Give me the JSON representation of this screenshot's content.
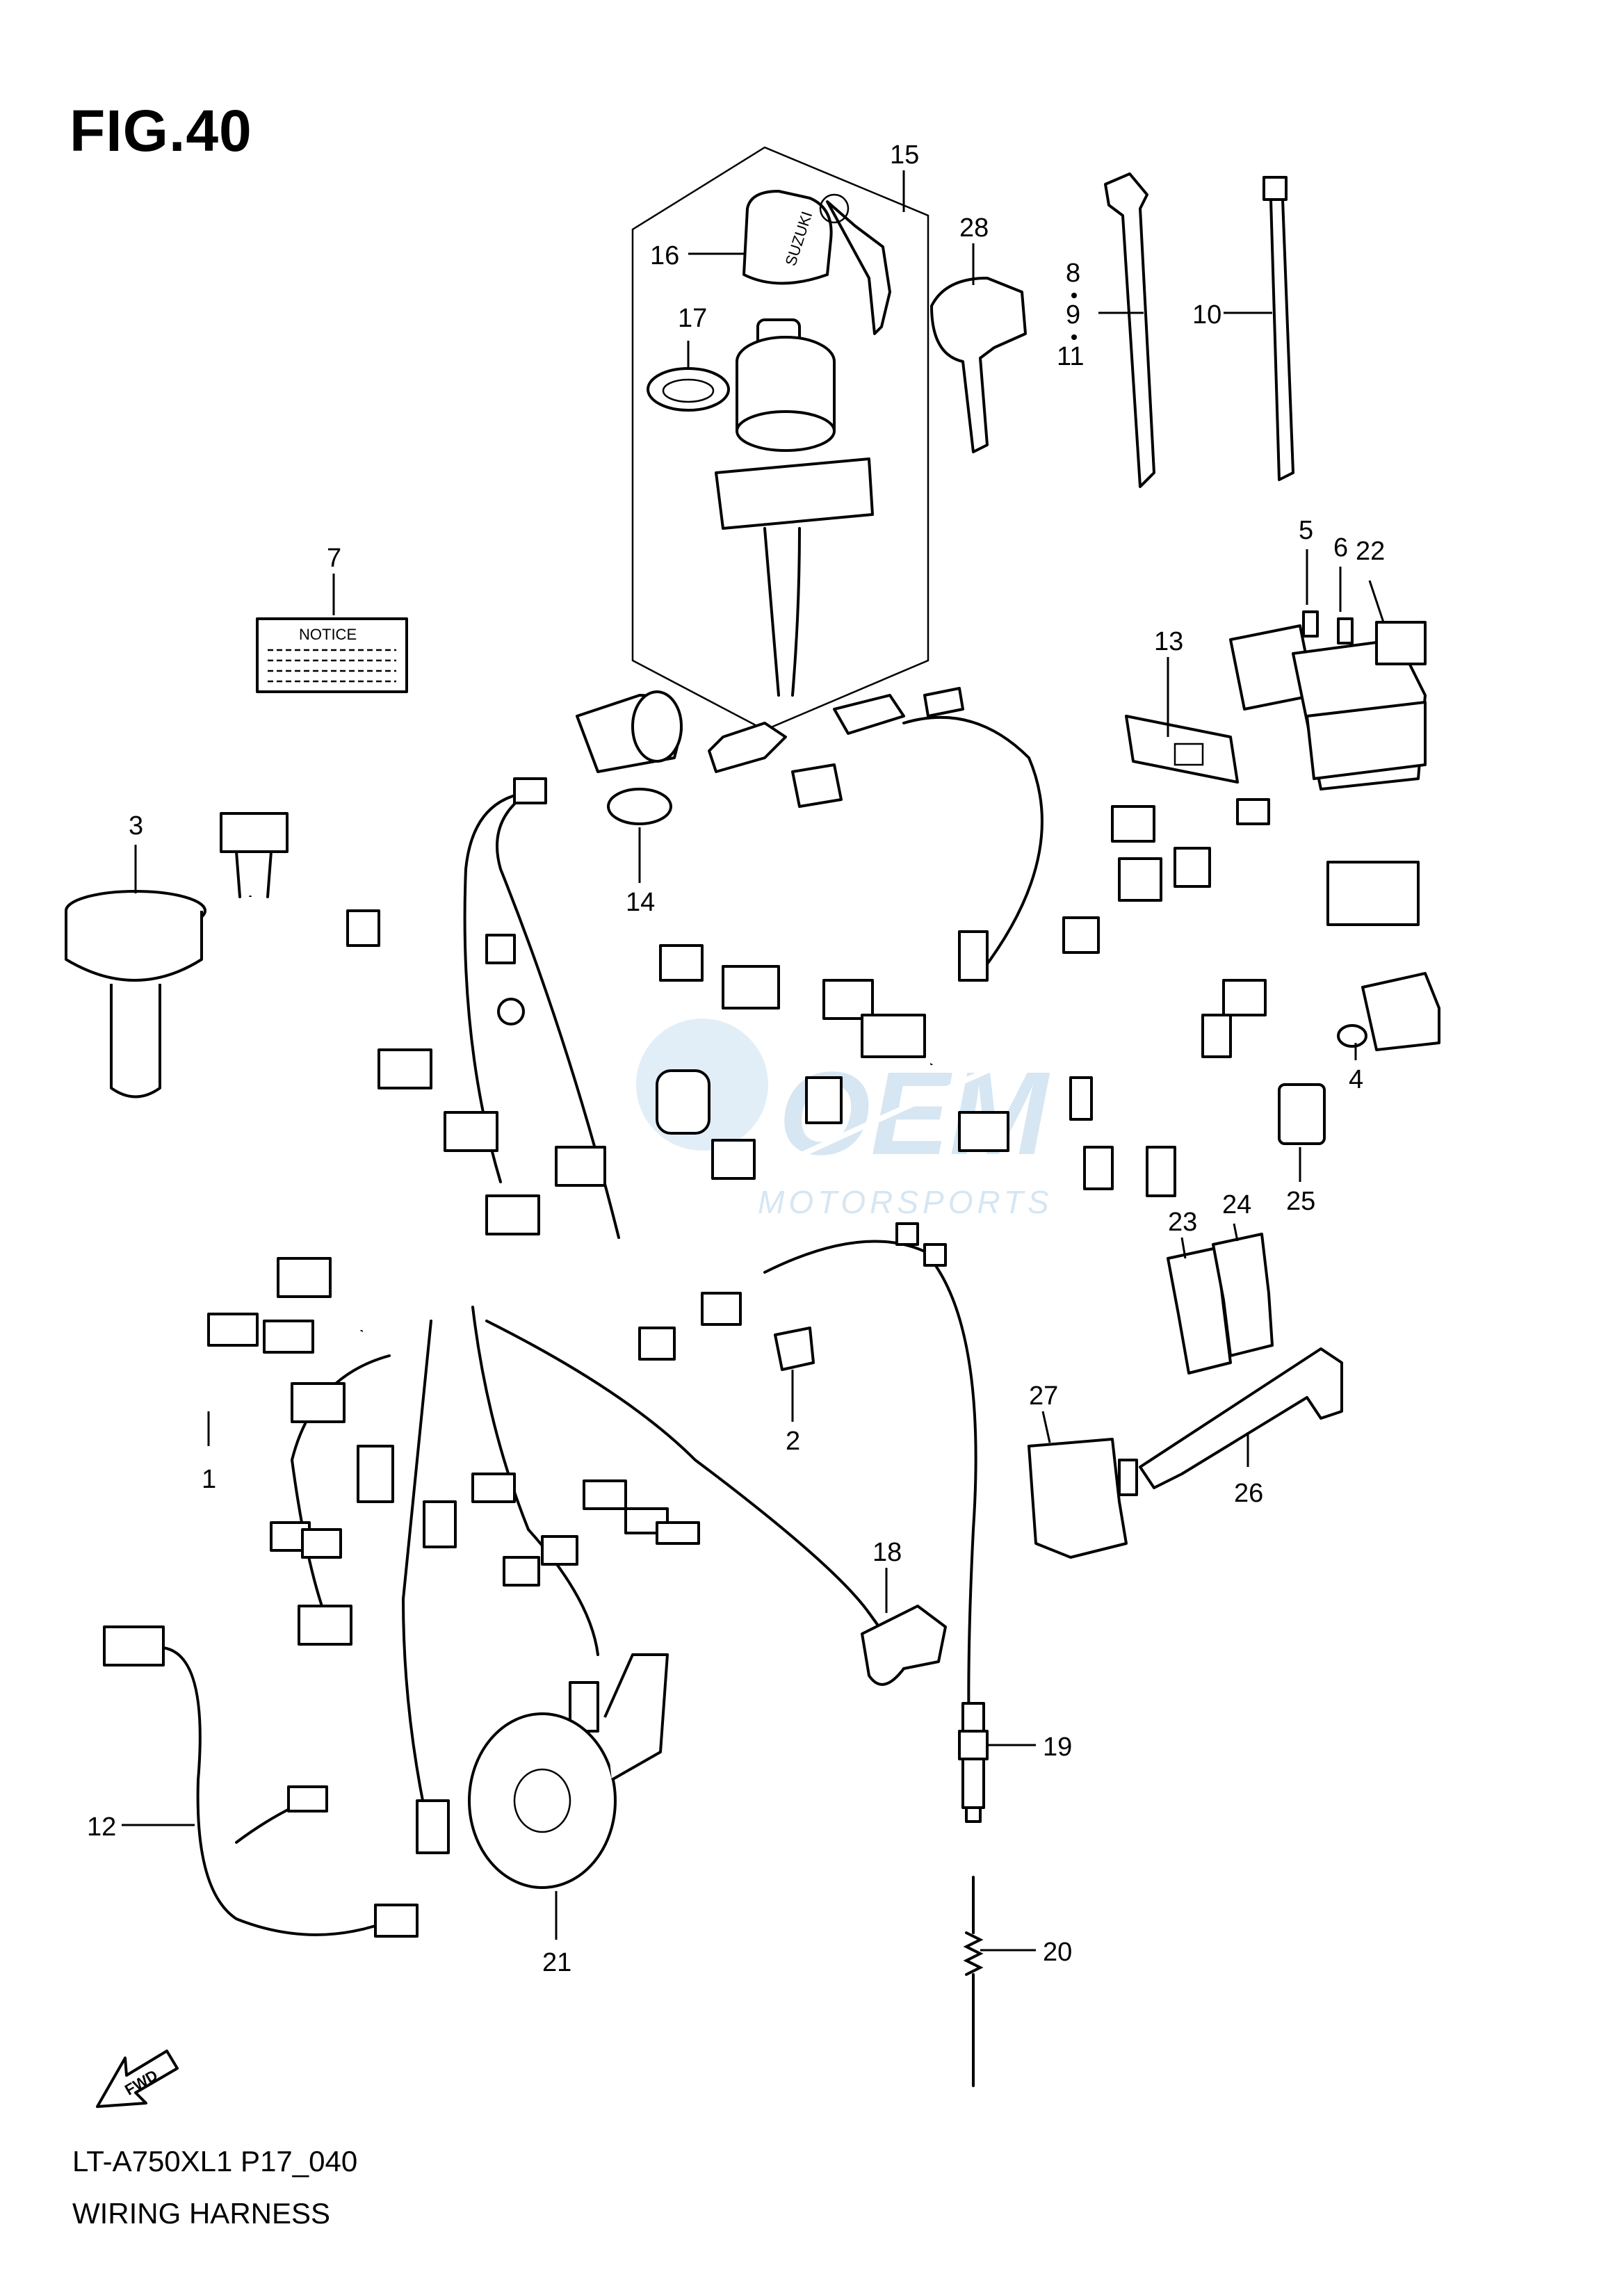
{
  "figure": {
    "title": "FIG.40",
    "code": "LT-A750XL1 P17_040",
    "name": "WIRING HARNESS"
  },
  "notice_label": "NOTICE",
  "key_cover_brand": "SUZUKI",
  "fwd_label": "FWD",
  "watermark": {
    "brand": "OEM",
    "sub": "MOTORSPORTS"
  },
  "callouts": [
    "1",
    "2",
    "3",
    "4",
    "5",
    "6",
    "7",
    "8",
    "9",
    "10",
    "11",
    "12",
    "13",
    "14",
    "15",
    "16",
    "17",
    "18",
    "19",
    "20",
    "21",
    "22",
    "23",
    "24",
    "25",
    "26",
    "27",
    "28"
  ],
  "colors": {
    "ink": "#000000",
    "paper": "#ffffff",
    "watermark": "#cfe3f2"
  }
}
